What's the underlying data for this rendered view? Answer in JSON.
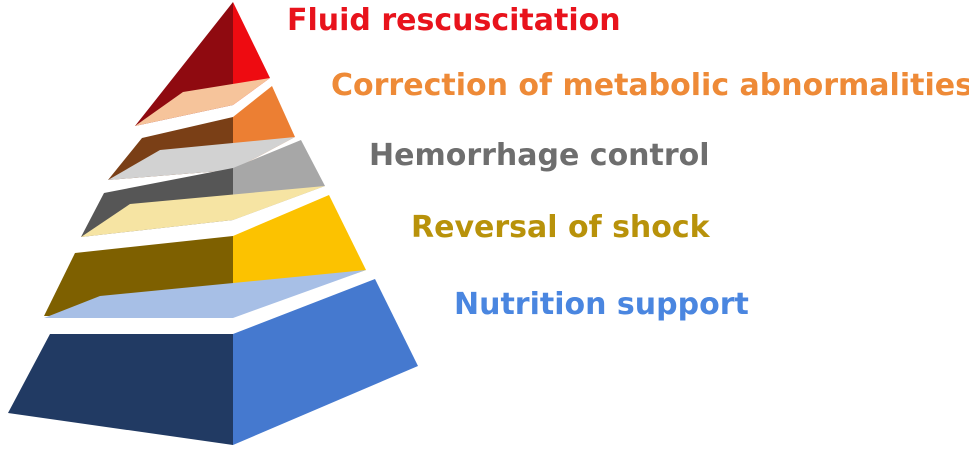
{
  "pyramid": {
    "levels": [
      {
        "label": "Fluid rescuscitation",
        "label_color": "#e8131c",
        "front_color": "#8f0a10",
        "side_color": "#ee0b11",
        "top_color": "#f6a9a4"
      },
      {
        "label": "Correction of metabolic abnormalities",
        "label_color": "#ee8a37",
        "front_color": "#7a3f16",
        "side_color": "#ec7f33",
        "top_color": "#f6c49b"
      },
      {
        "label": "Hemorrhage control",
        "label_color": "#6e6e6e",
        "front_color": "#565656",
        "side_color": "#a7a7a7",
        "top_color": "#d2d2d2"
      },
      {
        "label": "Reversal of shock",
        "label_color": "#b8920a",
        "front_color": "#7e6000",
        "side_color": "#fcc200",
        "top_color": "#f6e4a3"
      },
      {
        "label": "Nutrition support",
        "label_color": "#4a86e0",
        "front_color": "#213a63",
        "side_color": "#4579cf",
        "top_color": "#a7bfe6"
      }
    ]
  }
}
